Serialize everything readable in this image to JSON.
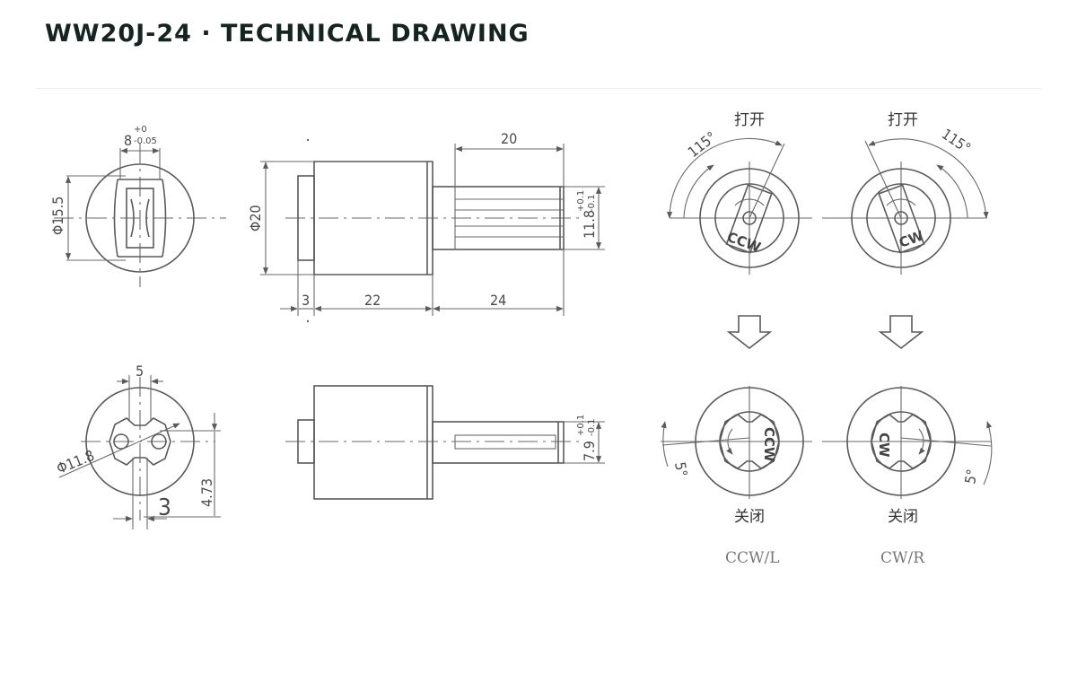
{
  "header": {
    "title": "WW20J-24 · TECHNICAL DRAWING"
  },
  "dims": {
    "width_8": "8",
    "tol_8_upper": "+0",
    "tol_8_lower": "-0.05",
    "dia_15_5": "Φ15.5",
    "dia_20": "Φ20",
    "len_20": "20",
    "shaft_11_8": "11.8",
    "tol_11_8_upper": "+0.1",
    "tol_11_8_lower": "-0.1",
    "len_3": "3",
    "len_22": "22",
    "len_24": "24",
    "width_5": "5",
    "dia_11_8": "Φ11.8",
    "len_4_73": "4.73",
    "depth_3": "3",
    "shaft_7_9": "7.9",
    "tol_7_9_upper": "+0.1",
    "tol_7_9_lower": "-0.1"
  },
  "rotation": {
    "angle_open_left": "115°",
    "angle_open_right": "115°",
    "label_open_left": "打开",
    "label_open_right": "打开",
    "knob_left": "CCW",
    "knob_right": "CW",
    "angle_close_left": "5°",
    "angle_close_right": "5°",
    "label_close_left": "关闭",
    "label_close_right": "关闭",
    "caption_left": "CCW/L",
    "caption_right": "CW/R"
  }
}
